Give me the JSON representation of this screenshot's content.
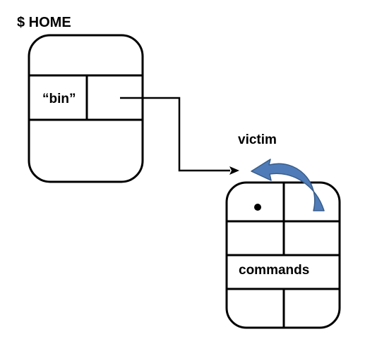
{
  "diagram": {
    "home_label": "$ HOME",
    "bin_label": "“bin”",
    "victim_label": "victim",
    "commands_label": "commands"
  },
  "colors": {
    "stroke": "#000000",
    "curved_arrow_fill": "#4f7cb8",
    "curved_arrow_stroke": "#385d8a"
  },
  "icons": {
    "link_arrow": "arrow-right-icon",
    "self_reference_arrow": "curved-arrow-icon",
    "entry_dot": "dot-icon"
  }
}
